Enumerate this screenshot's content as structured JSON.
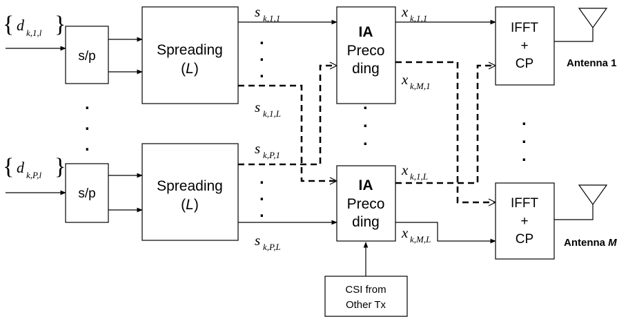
{
  "inputs": [
    {
      "brace_open": "{",
      "base": "d",
      "subscript": "k,1,l",
      "brace_close": "}"
    },
    {
      "brace_open": "{",
      "base": "d",
      "subscript": "k,P,l",
      "brace_close": "}"
    }
  ],
  "blocks": {
    "sp": "s/p",
    "spreading_line1": "Spreading",
    "spreading_line2_open": "(",
    "spreading_line2_var": "L",
    "spreading_line2_close": ")",
    "ia_line1": "IA",
    "ia_line2": "Preco",
    "ia_line3": "ding",
    "ifft_line1": "IFFT",
    "ifft_line2": "+",
    "ifft_line3": "CP",
    "csi_line1": "CSI from",
    "csi_line2": "Other Tx"
  },
  "signals": {
    "s_top_first": {
      "base": "s",
      "sub": "k,1,1"
    },
    "s_top_last": {
      "base": "s",
      "sub": "k,1,L"
    },
    "s_bot_first": {
      "base": "s",
      "sub": "k,P,1"
    },
    "s_bot_last": {
      "base": "s",
      "sub": "k,P,L"
    },
    "x_top_first": {
      "base": "x",
      "sub": "k,1,1"
    },
    "x_top_last": {
      "base": "x",
      "sub": "k,M,1"
    },
    "x_bot_first": {
      "base": "x",
      "sub": "k,1,L"
    },
    "x_bot_last": {
      "base": "x",
      "sub": "k,M,L"
    }
  },
  "antennas": {
    "a1_word": "Antenna",
    "a1_index": "1",
    "aM_word": "Antenna",
    "aM_index": "M"
  },
  "ellipsis_dot": "."
}
